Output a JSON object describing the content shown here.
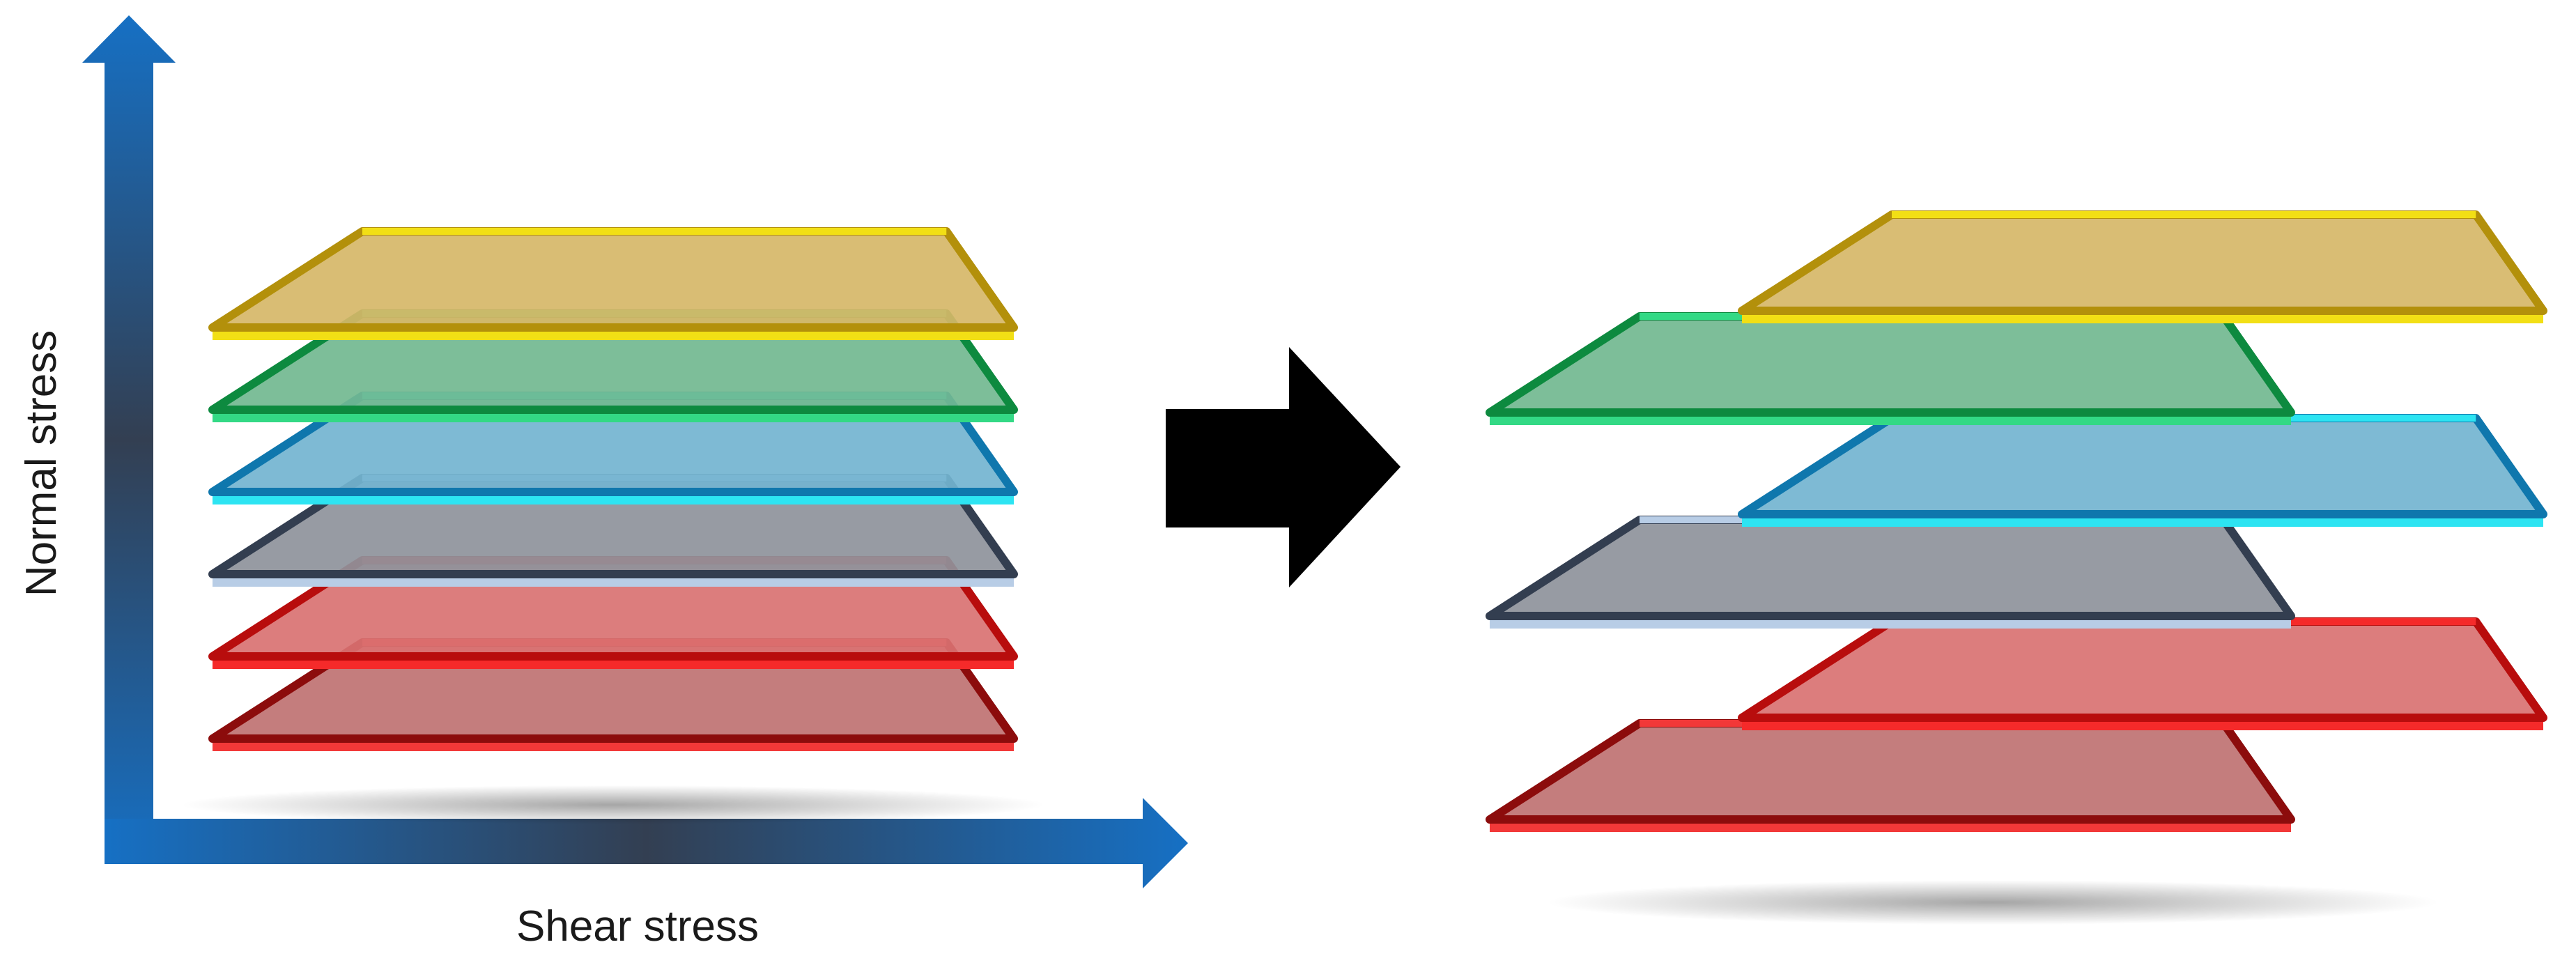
{
  "axes": {
    "x_label": "Shear stress",
    "y_label": "Normal stress",
    "gradient_end": "#1670c4",
    "gradient_mid": "#333f52"
  },
  "arrow": {
    "color": "#000000"
  },
  "layers": [
    {
      "name": "yellow",
      "fill": "#d6b768",
      "edge": "#f2df15",
      "dark": "#b3900b"
    },
    {
      "name": "green",
      "fill": "#72b890",
      "edge": "#33d985",
      "dark": "#0d8a3f"
    },
    {
      "name": "blue",
      "fill": "#73b4d0",
      "edge": "#2de4f2",
      "dark": "#0f77ad"
    },
    {
      "name": "gray",
      "fill": "#8e929b",
      "edge": "#b8cde6",
      "dark": "#333e50"
    },
    {
      "name": "red",
      "fill": "#d97272",
      "edge": "#f52a2a",
      "dark": "#b80d0d"
    },
    {
      "name": "dark-red",
      "fill": "#bf7272",
      "edge": "#f23838",
      "dark": "#8c0c0c"
    }
  ]
}
